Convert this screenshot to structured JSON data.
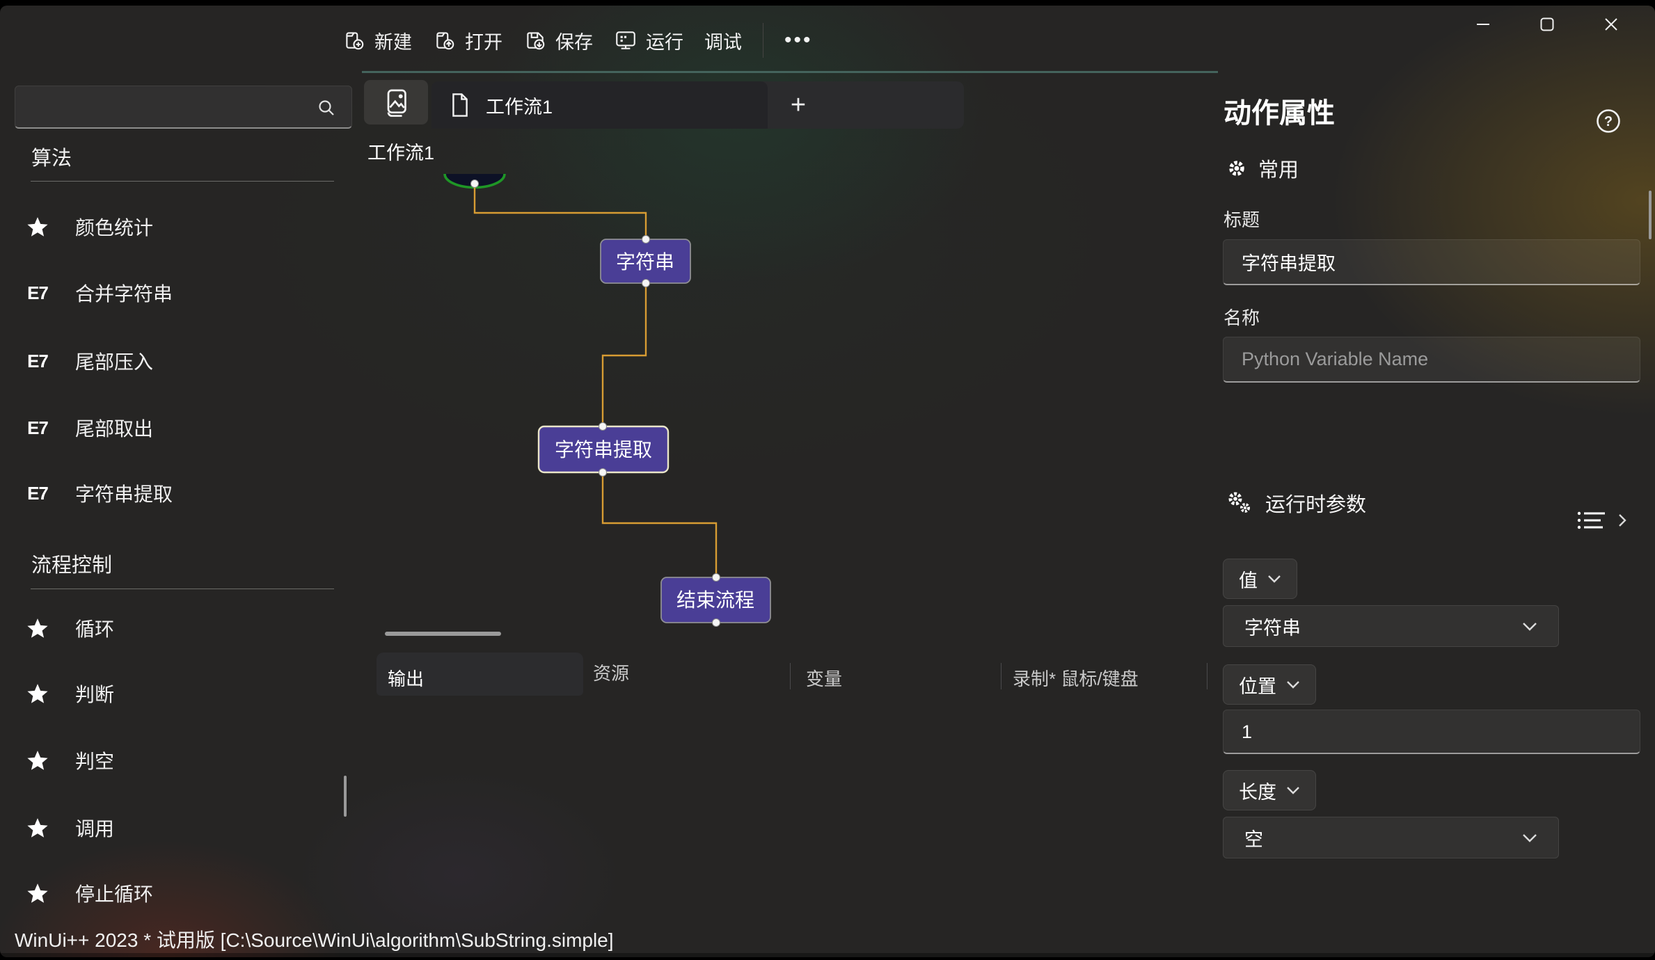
{
  "toolbar": {
    "new": "新建",
    "open": "打开",
    "save": "保存",
    "run": "运行",
    "debug": "调试",
    "more": "•••"
  },
  "sidebar": {
    "search_value": "",
    "icon_badge_text": "E7",
    "sections": [
      {
        "title": "算法",
        "items": [
          {
            "icon": "star",
            "label": "颜色统计"
          },
          {
            "icon": "e7",
            "label": "合并字符串"
          },
          {
            "icon": "e7",
            "label": "尾部压入"
          },
          {
            "icon": "e7",
            "label": "尾部取出"
          },
          {
            "icon": "e7",
            "label": "字符串提取"
          }
        ]
      },
      {
        "title": "流程控制",
        "items": [
          {
            "icon": "star",
            "label": "循环"
          },
          {
            "icon": "star",
            "label": "判断"
          },
          {
            "icon": "star",
            "label": "判空"
          },
          {
            "icon": "star",
            "label": "调用"
          },
          {
            "icon": "star",
            "label": "停止循环"
          }
        ]
      }
    ]
  },
  "canvas": {
    "tab": "工作流1",
    "add_tab": "+",
    "flow_title": "工作流1",
    "nodes": [
      {
        "label": "字符串"
      },
      {
        "label": "字符串提取",
        "selected": true
      },
      {
        "label": "结束流程"
      }
    ]
  },
  "bottom_tabs": {
    "output": "输出",
    "resources": "资源",
    "variables": "变量",
    "record": "录制* 鼠标/键盘"
  },
  "properties": {
    "panel_title": "动作属性",
    "common_section": "常用",
    "title_label": "标题",
    "title_value": "字符串提取",
    "name_label": "名称",
    "name_placeholder": "Python Variable Name",
    "runtime_section": "运行时参数",
    "param_value_label": "值",
    "param_value": "字符串",
    "param_position_label": "位置",
    "param_position_value": "1",
    "param_length_label": "长度",
    "param_length_value": "空"
  },
  "status_bar": "WinUi++ 2023 * 试用版 [C:\\Source\\WinUi\\algorithm\\SubString.simple]",
  "colors": {
    "node_fill": "#4a3e96",
    "node_border": "#8f8f94",
    "selected_node_border": "#e9e5c9",
    "connector": "#d79c33",
    "start_fill": "#0d1126",
    "start_border": "#1f9626",
    "teal_line": "#44635c"
  }
}
